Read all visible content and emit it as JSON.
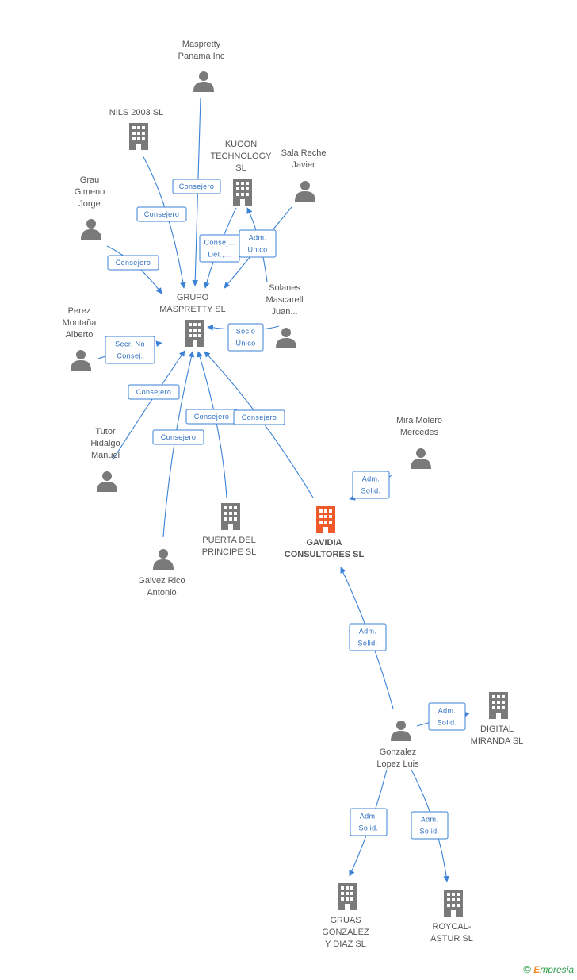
{
  "colors": {
    "person": "#7a7a7a",
    "company": "#7a7a7a",
    "main": "#f05a28",
    "edge": "#3b82d6"
  },
  "nodes": [
    {
      "id": "maspretty_panama",
      "type": "person",
      "lines": [
        "Maspretty",
        "Panama Inc"
      ]
    },
    {
      "id": "nils",
      "type": "company",
      "lines": [
        "NILS 2003  SL"
      ]
    },
    {
      "id": "kuoon",
      "type": "company",
      "lines": [
        "KUOON",
        "TECHNOLOGY",
        "SL"
      ]
    },
    {
      "id": "sala",
      "type": "person",
      "lines": [
        "Sala Reche",
        "Javier"
      ]
    },
    {
      "id": "grau",
      "type": "person",
      "lines": [
        "Grau",
        "Gimeno",
        "Jorge"
      ]
    },
    {
      "id": "grupo",
      "type": "company",
      "lines": [
        "GRUPO",
        "MASPRETTY  SL"
      ]
    },
    {
      "id": "solanes",
      "type": "person",
      "lines": [
        "Solanes",
        "Mascarell",
        "Juan..."
      ]
    },
    {
      "id": "perez",
      "type": "person",
      "lines": [
        "Perez",
        "Montaña",
        "Alberto"
      ]
    },
    {
      "id": "tutor",
      "type": "person",
      "lines": [
        "Tutor",
        "Hidalgo",
        "Manuel"
      ]
    },
    {
      "id": "puerta",
      "type": "company",
      "lines": [
        "PUERTA DEL",
        "PRINCIPE  SL"
      ]
    },
    {
      "id": "gavidia",
      "type": "main",
      "lines": [
        "GAVIDIA",
        "CONSULTORES SL"
      ]
    },
    {
      "id": "mira",
      "type": "person",
      "lines": [
        "Mira Molero",
        "Mercedes"
      ]
    },
    {
      "id": "galvez",
      "type": "person",
      "lines": [
        "Galvez Rico",
        "Antonio"
      ]
    },
    {
      "id": "gonzalez",
      "type": "person",
      "lines": [
        "Gonzalez",
        "Lopez Luis"
      ]
    },
    {
      "id": "digital",
      "type": "company",
      "lines": [
        "DIGITAL",
        "MIRANDA  SL"
      ]
    },
    {
      "id": "gruas",
      "type": "company",
      "lines": [
        "GRUAS",
        "GONZALEZ",
        "Y DIAZ  SL"
      ]
    },
    {
      "id": "roycal",
      "type": "company",
      "lines": [
        "ROYCAL-",
        "ASTUR SL"
      ]
    }
  ],
  "edges": [
    {
      "id": "e1",
      "lines": [
        "Consejero"
      ]
    },
    {
      "id": "e2",
      "lines": [
        "Consejero"
      ]
    },
    {
      "id": "e3",
      "lines": [
        "Consejero"
      ]
    },
    {
      "id": "e4",
      "lines": [
        "Consej...",
        "Del.,..."
      ]
    },
    {
      "id": "e5",
      "lines": [
        "Adm.",
        "Unico"
      ]
    },
    {
      "id": "e6",
      "lines": [
        "Secr.  No",
        "Consej."
      ]
    },
    {
      "id": "e7",
      "lines": [
        "Socio",
        "Único"
      ]
    },
    {
      "id": "e8",
      "lines": [
        "Consejero"
      ]
    },
    {
      "id": "e9",
      "lines": [
        "Consejero"
      ]
    },
    {
      "id": "e10",
      "lines": [
        "Consejero"
      ]
    },
    {
      "id": "e11",
      "lines": [
        "Consejero"
      ]
    },
    {
      "id": "e12",
      "lines": [
        "Adm.",
        "Solid."
      ]
    },
    {
      "id": "e13",
      "lines": [
        "Adm.",
        "Solid."
      ]
    },
    {
      "id": "e14",
      "lines": [
        "Adm.",
        "Solid."
      ]
    },
    {
      "id": "e15",
      "lines": [
        "Adm.",
        "Solid."
      ]
    },
    {
      "id": "e16",
      "lines": [
        "Adm.",
        "Solid."
      ]
    }
  ],
  "watermark": {
    "copyright": "©",
    "brand_initial": "E",
    "brand_rest": "mpresia"
  }
}
